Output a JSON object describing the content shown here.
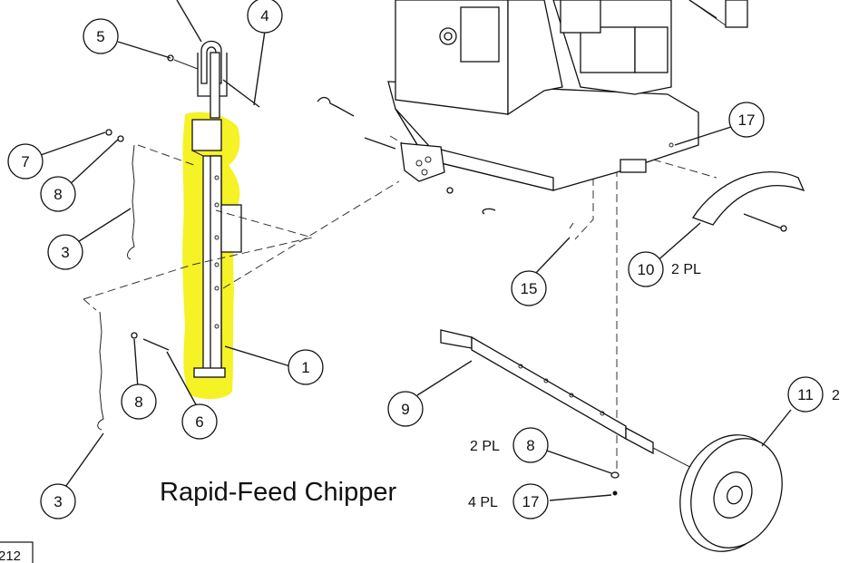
{
  "diagram": {
    "title": "Rapid-Feed Chipper",
    "corner_label": "212",
    "highlight_color": "#f3f000",
    "callouts": [
      {
        "id": "c5",
        "number": "5"
      },
      {
        "id": "c4",
        "number": "4"
      },
      {
        "id": "c7",
        "number": "7"
      },
      {
        "id": "c8a",
        "number": "8"
      },
      {
        "id": "c3a",
        "number": "3"
      },
      {
        "id": "c1",
        "number": "1"
      },
      {
        "id": "c8b",
        "number": "8"
      },
      {
        "id": "c6",
        "number": "6"
      },
      {
        "id": "c3b",
        "number": "3"
      },
      {
        "id": "c17a",
        "number": "17"
      },
      {
        "id": "c10",
        "number": "10"
      },
      {
        "id": "c15",
        "number": "15"
      },
      {
        "id": "c9",
        "number": "9"
      },
      {
        "id": "c11",
        "number": "11"
      },
      {
        "id": "c8c",
        "number": "8"
      },
      {
        "id": "c17b",
        "number": "17"
      }
    ],
    "pl_labels": {
      "c10": "2 PL",
      "c11": "2",
      "c8c": "2 PL",
      "c17b": "4 PL"
    }
  }
}
